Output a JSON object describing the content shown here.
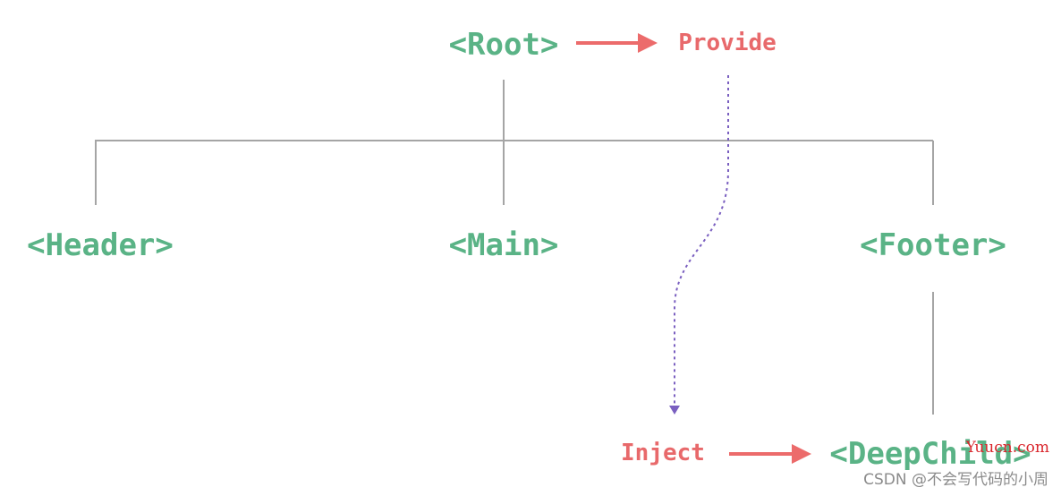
{
  "nodes": {
    "root": "<Root>",
    "header": "<Header>",
    "main": "<Main>",
    "footer": "<Footer>",
    "deep_child": "<DeepChild>"
  },
  "annotations": {
    "provide": "Provide",
    "inject": "Inject"
  },
  "watermarks": {
    "site": "Yuucn.com",
    "author": "CSDN @不会写代码的小周"
  },
  "colors": {
    "node_text": "#5ab386",
    "annotation_text": "#e8696b",
    "arrow": "#ec6b6b",
    "tree_line": "#a5a5a5",
    "inject_path": "#7a5fc0"
  }
}
